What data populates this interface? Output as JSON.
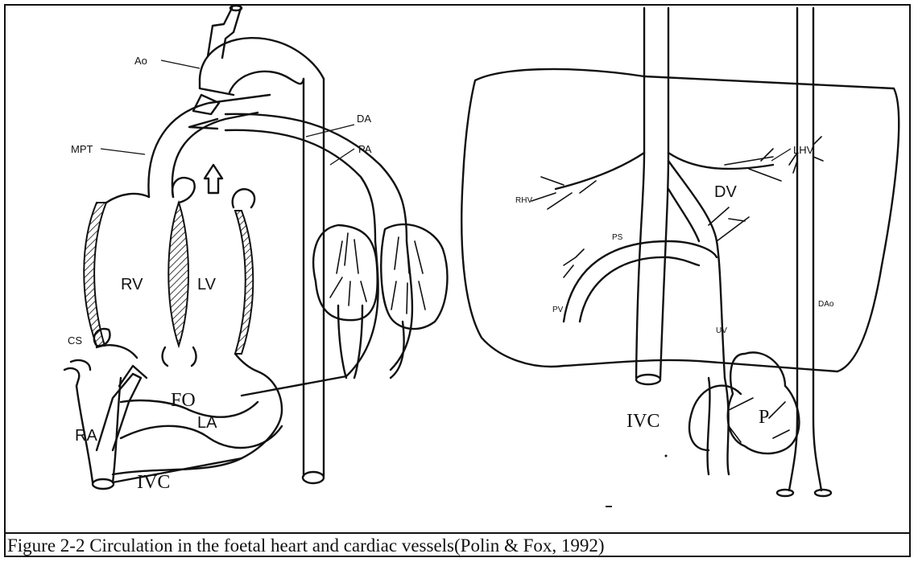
{
  "labels": {
    "ao": "Ao",
    "da": "DA",
    "mpt": "MPT",
    "pa": "PA",
    "rv": "RV",
    "lv": "LV",
    "cs": "CS",
    "fo": "FO",
    "ra": "RA",
    "la": "LA",
    "ivc_left": "IVC",
    "lhv": "LHV",
    "rhv": "RHV",
    "dv": "DV",
    "ps": "PS",
    "pv": "PV",
    "uv": "UV",
    "dao": "DAo",
    "ivc_right": "IVC",
    "p": "P"
  },
  "caption": "Figure 2-2 Circulation in the foetal heart and cardiac vessels(Polin & Fox, 1992)"
}
